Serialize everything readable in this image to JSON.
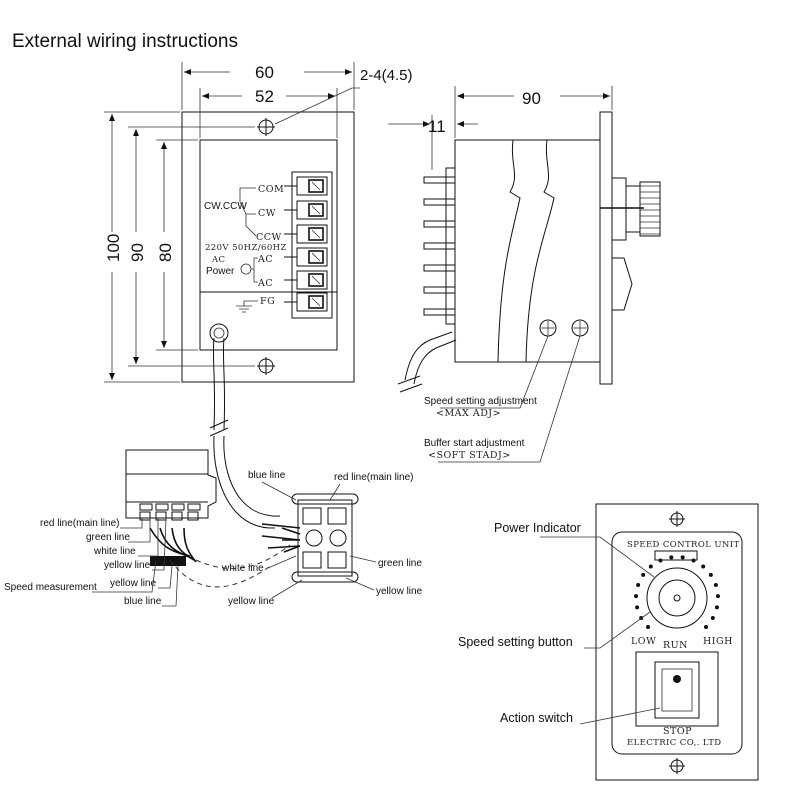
{
  "title": "External wiring instructions",
  "front_view": {
    "dim_width_outer": "60",
    "dim_width_inner": "52",
    "dim_holes": "2-4(4.5)",
    "dim_height_outer": "100",
    "dim_height_mid": "90",
    "dim_height_inner": "80",
    "terminal_group_label": "CW.CCW",
    "terminals": [
      "COM",
      "CW",
      "CCW",
      "AC",
      "AC",
      "FG"
    ],
    "power_rating": "220V 50HZ/60HZ",
    "ac_label": "AC",
    "power_label": "Power"
  },
  "side_view": {
    "dim_depth": "90",
    "dim_offset": "11",
    "speed_adj_label": "Speed setting adjustment",
    "speed_adj_code": "<MAX ADJ>",
    "buffer_adj_label": "Buffer start adjustment",
    "buffer_adj_code": "<SOFT STADJ>"
  },
  "connector": {
    "left_labels": [
      "red line(main line)",
      "green line",
      "white line",
      "yellow line",
      "Speed measurement",
      "yellow line",
      "blue line"
    ],
    "plug_labels": {
      "blue": "blue line",
      "red": "red line(main line)",
      "white": "white line",
      "green": "green line",
      "yellow_left": "yellow line",
      "yellow_right": "yellow line"
    }
  },
  "panel": {
    "header": "SPEED CONTROL UNIT",
    "low": "LOW",
    "high": "HIGH",
    "run": "RUN",
    "stop": "STOP",
    "footer": "ELECTRIC CO,. LTD",
    "callouts": {
      "power_indicator": "Power Indicator",
      "speed_button": "Speed setting button",
      "action_switch": "Action switch"
    }
  }
}
